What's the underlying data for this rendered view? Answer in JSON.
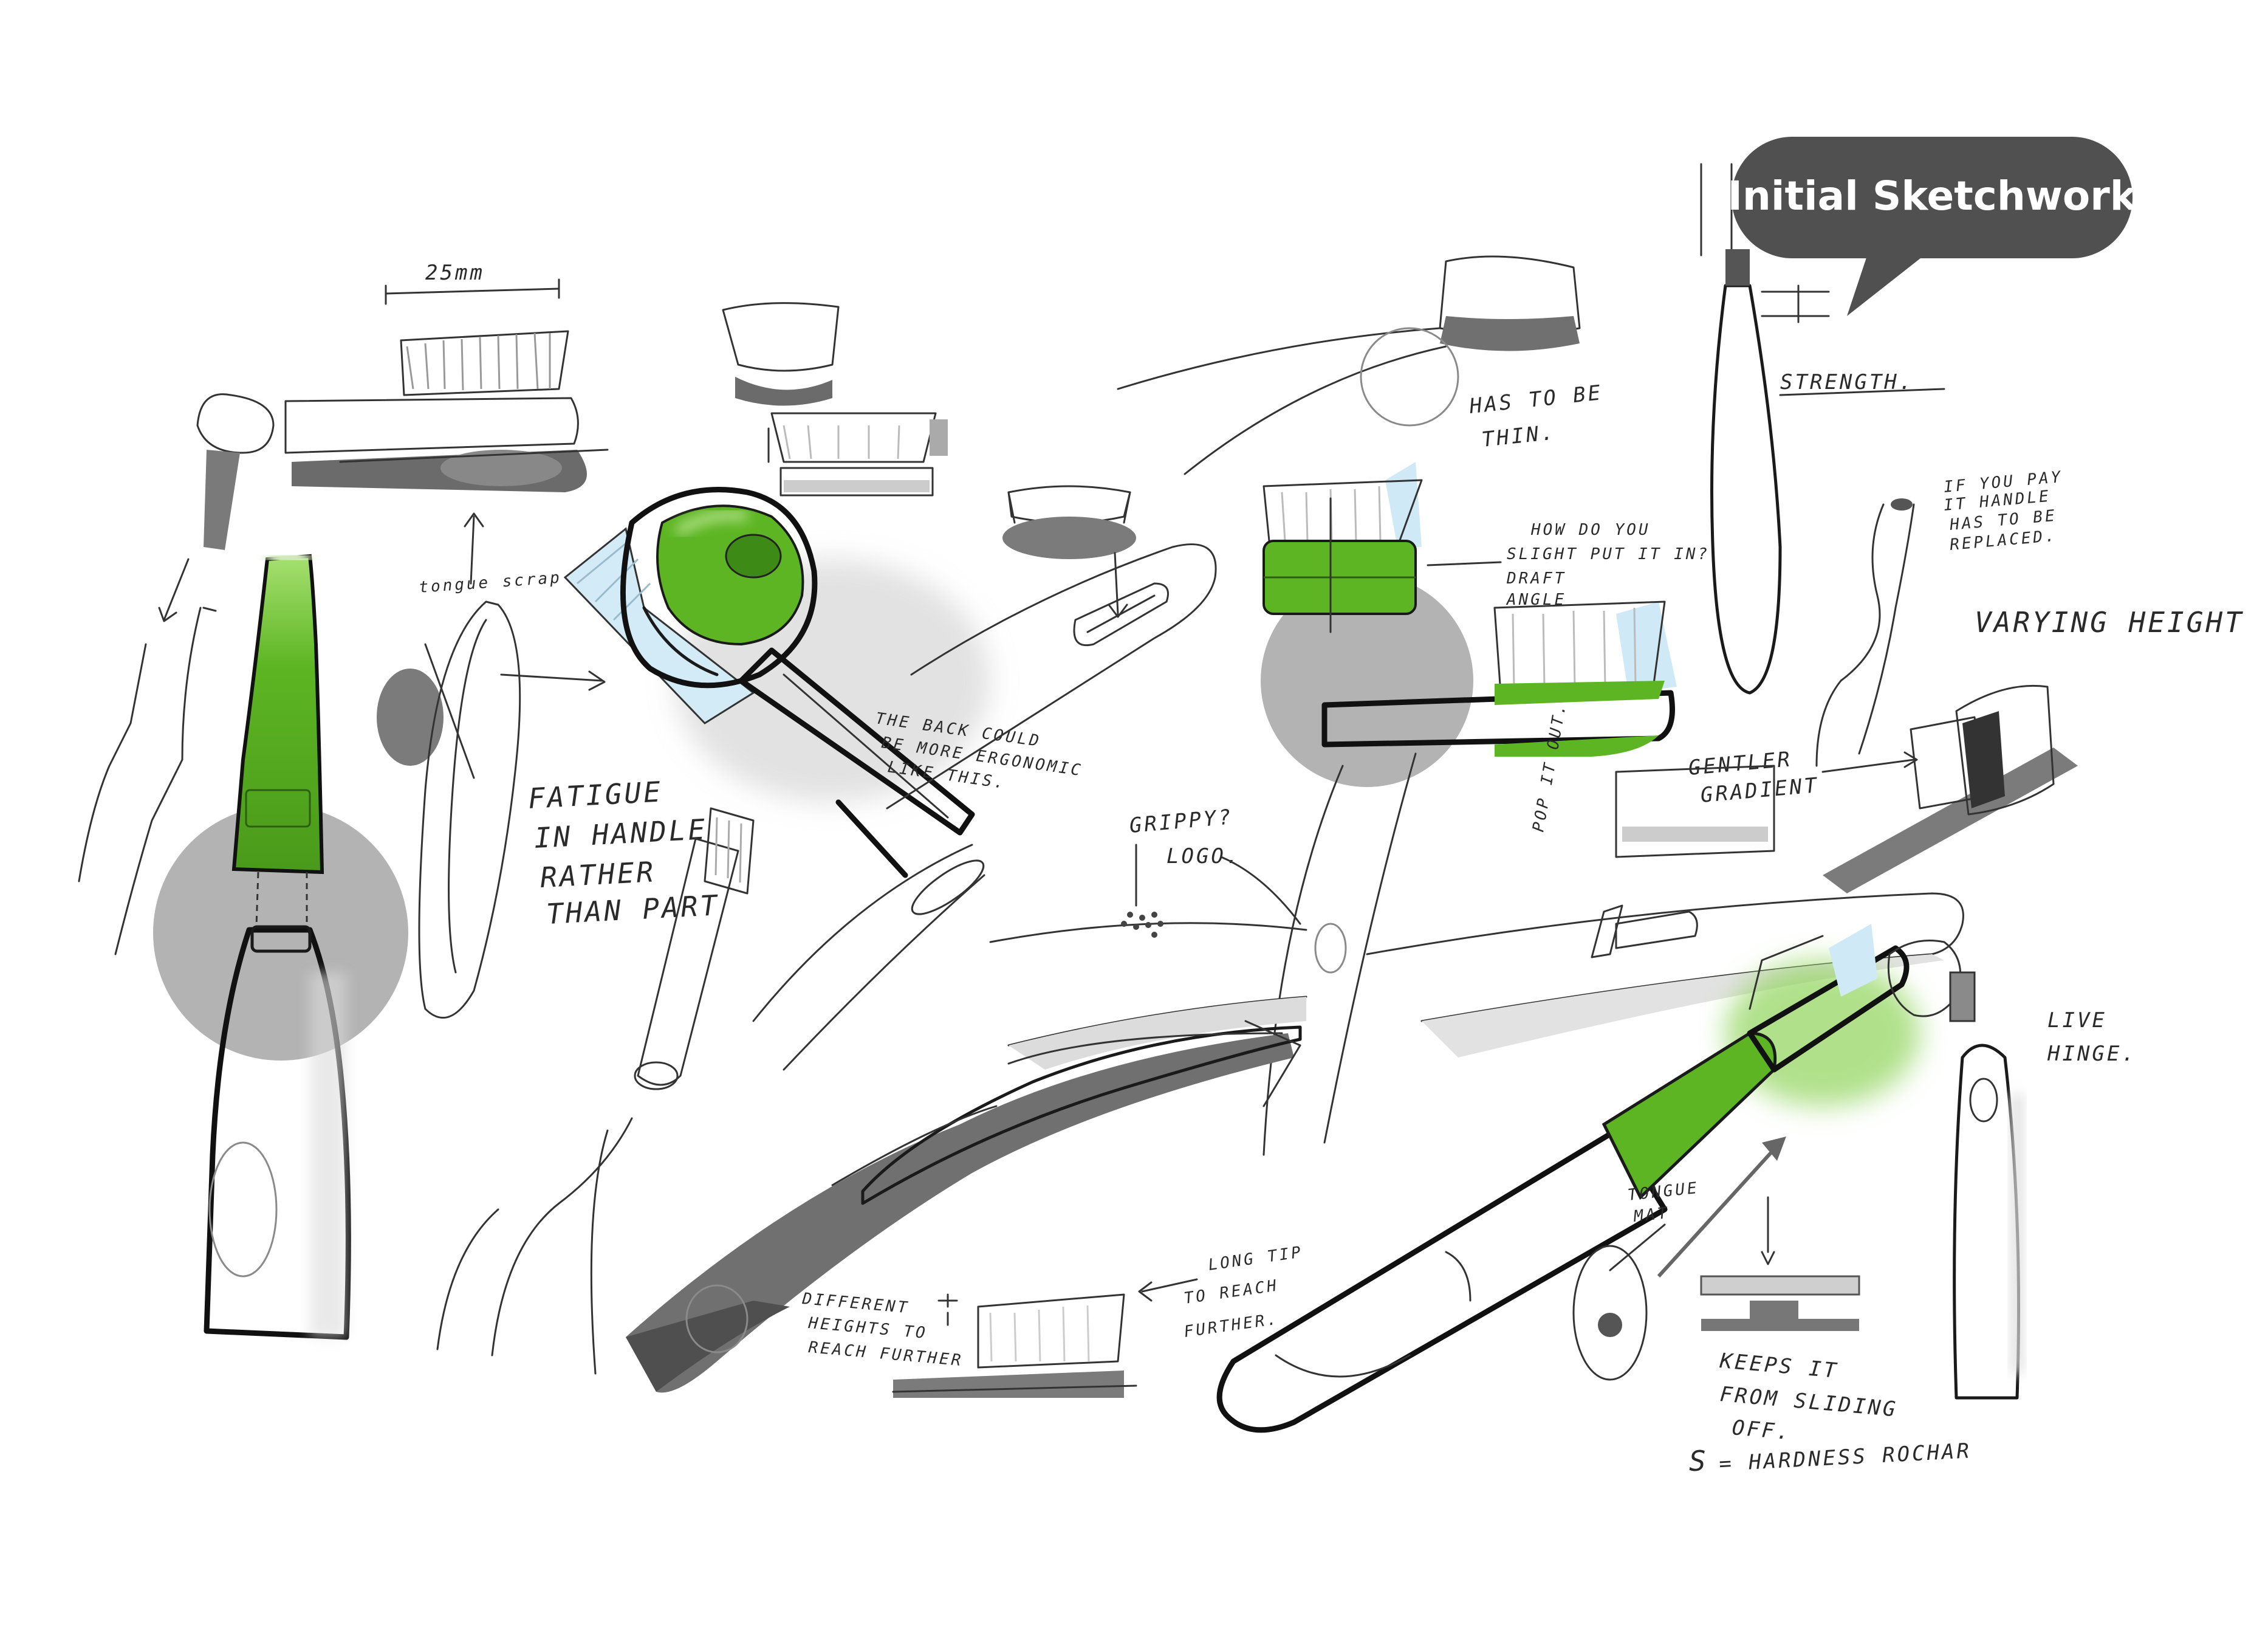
{
  "title_bubble": {
    "text": "Initial Sketchwork"
  },
  "colors": {
    "accent_green": "#5db523",
    "green_light": "#8fd45a",
    "marker_grey": "#9a9a9a",
    "marker_dark": "#555555",
    "bubble_bg": "#505050",
    "blue_tint": "#c9e6f5",
    "paper": "#ffffff"
  },
  "annotations": {
    "dim_25mm": "25mm",
    "tongue_scraper": "tongue scrap",
    "fatigue_1": "FATIGUE",
    "fatigue_2": "IN HANDLE",
    "fatigue_3": "RATHER",
    "fatigue_4": "THAN PART",
    "back_1": "THE BACK COULD",
    "back_2": "BE MORE ERGONOMIC",
    "back_3": "LIKE THIS.",
    "has_to_1": "HAS TO BE",
    "has_to_2": "THIN.",
    "strength": "STRENGTH.",
    "how_do_1": "HOW DO YOU",
    "how_do_2": "SLIGHT PUT IT IN?",
    "draft_1": "DRAFT",
    "draft_2": "ANGLE",
    "if_you_1": "IF YOU PAY",
    "if_you_2": "IT HANDLE",
    "if_you_3": "HAS TO BE",
    "if_you_4": "REPLACED.",
    "varying_height": "VARYING HEIGHT",
    "gentler_1": "GENTLER",
    "gentler_2": "GRADIENT",
    "pop_it_out": "POP IT OUT.",
    "grippy": "GRIPPY?",
    "logo": "LOGO.",
    "live_1": "LIVE",
    "live_2": "HINGE.",
    "tongue_mat_1": "TONGUE",
    "tongue_mat_2": "MAT",
    "keeps_1": "KEEPS IT",
    "keeps_2": "FROM SLIDING",
    "keeps_3": "OFF.",
    "hardness": "= HARDNESS ROCHAR",
    "hardness_symbol": "S",
    "long_tip_1": "LONG TIP",
    "long_tip_2": "TO REACH",
    "long_tip_3": "FURTHER.",
    "different_1": "DIFFERENT",
    "different_2": "HEIGHTS TO",
    "different_3": "REACH FURTHER"
  }
}
